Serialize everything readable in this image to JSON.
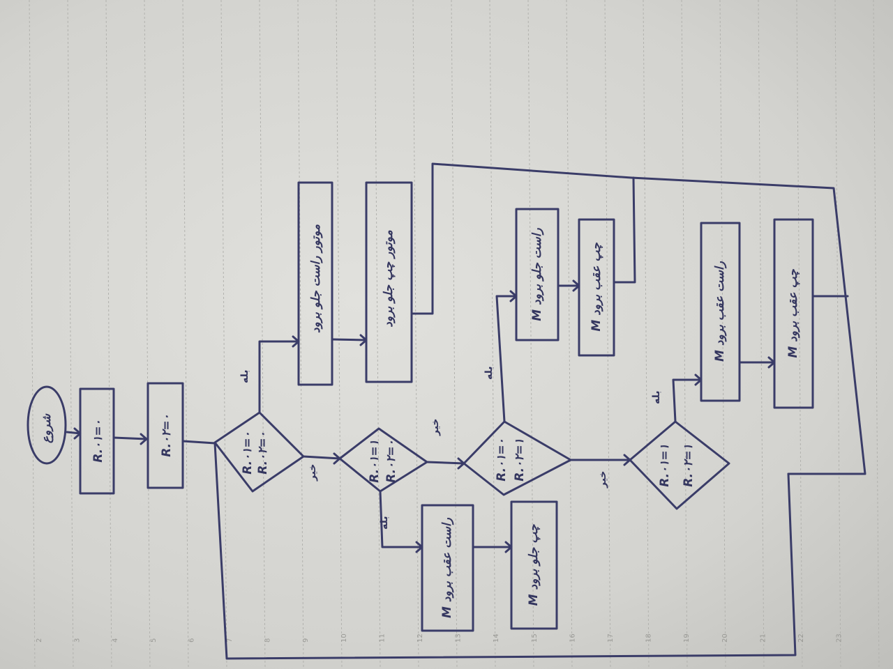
{
  "start": "شروع",
  "init": [
    "R.۰۱=۰",
    "R.۰۲=۰"
  ],
  "decisions": [
    {
      "line1": "R.۰۱=۰",
      "line2": "R.۰۲=۰"
    },
    {
      "line1": "R.۰۱=۱",
      "line2": "R.۰۲=۰"
    },
    {
      "line1": "R.۰۱=۰",
      "line2": "R.۰۲=۱"
    },
    {
      "line1": "R.۰۱=۱",
      "line2": "R.۰۲=۱"
    }
  ],
  "yes": "بله",
  "no": "خیر",
  "actions": {
    "d1": [
      "موتور راست جلو برود",
      "موتور چپ جلو برود"
    ],
    "d2": [
      "M راست عقب برود",
      "M چپ جلو برود"
    ],
    "d3": [
      "M راست جلو برود",
      "M چپ عقب برود"
    ],
    "d4": [
      "M راست عقب برود",
      "M چپ عقب برود"
    ]
  },
  "ruler": [
    "2",
    "3",
    "4",
    "5",
    "6",
    "7",
    "8",
    "9",
    "10",
    "11",
    "12",
    "13",
    "14",
    "15",
    "16",
    "17",
    "18",
    "19",
    "20",
    "21",
    "22",
    "23"
  ],
  "ink_color": "#3a3c68"
}
